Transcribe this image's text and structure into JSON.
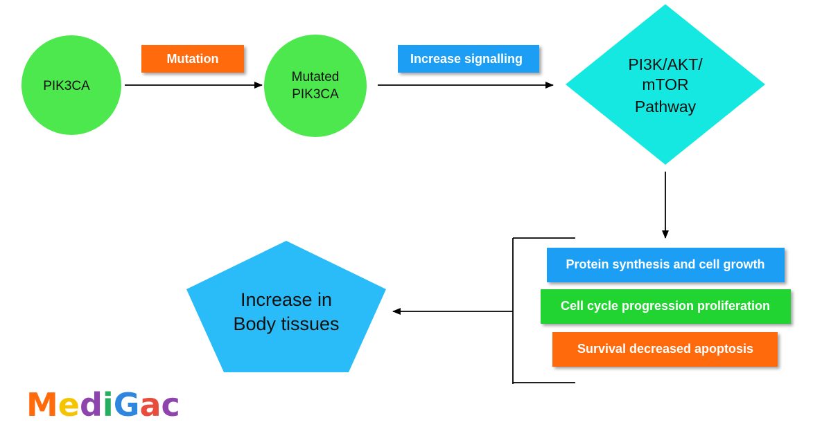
{
  "nodes": {
    "pik3ca": {
      "label": "PIK3CA"
    },
    "mutated": {
      "line1": "Mutated",
      "line2": "PIK3CA"
    },
    "pathway": {
      "line1": "PI3K/AKT/",
      "line2": "mTOR",
      "line3": "Pathway"
    },
    "result": {
      "line1": "Increase in",
      "line2": "Body tissues"
    }
  },
  "edges": {
    "mutation_label": "Mutation",
    "signalling_label": "Increase signalling"
  },
  "effects": [
    {
      "label": "Protein synthesis and cell growth",
      "color": "#1a9ef5"
    },
    {
      "label": "Cell cycle progression proliferation",
      "color": "#22d433"
    },
    {
      "label": "Survival decreased apoptosis",
      "color": "#ff6a0a"
    }
  ],
  "colors": {
    "circle_fill": "#4de84d",
    "mutation_box": "#ff6a0a",
    "signalling_box": "#1a9ef5",
    "diamond_fill": "#15e8e0",
    "pentagon_fill": "#2abcf8"
  },
  "logo": {
    "letters": [
      "M",
      "e",
      "d",
      "i",
      "G",
      "a",
      "c"
    ],
    "colors": [
      "#ff6a0a",
      "#f5c400",
      "#8e44ad",
      "#27ae60",
      "#2e86de",
      "#e74c3c",
      "#8e44ad"
    ]
  }
}
